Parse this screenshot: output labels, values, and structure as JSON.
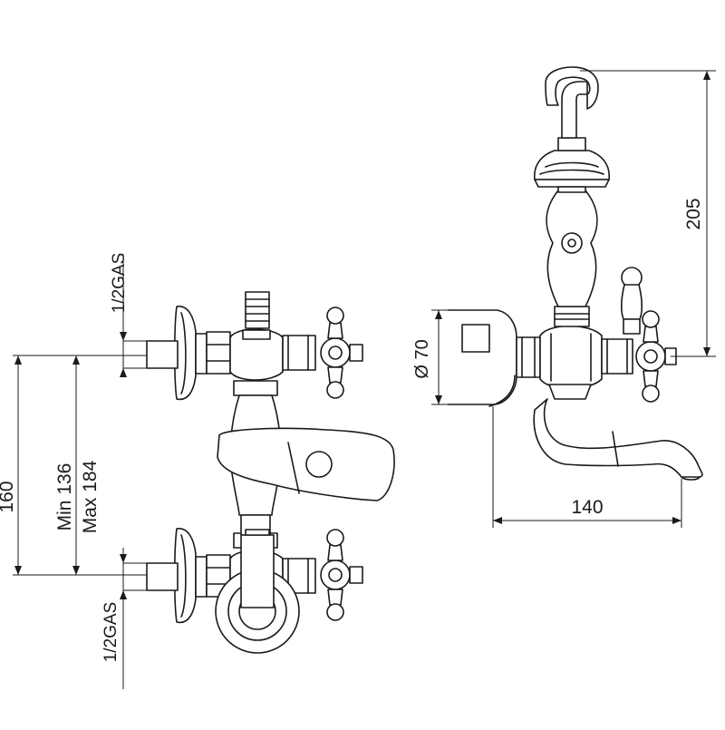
{
  "dimensions": {
    "pipe_thread_top": "1/2GAS",
    "pipe_thread_bottom": "1/2GAS",
    "centers": "160",
    "min_centers": "Min 136",
    "max_centers": "Max 184",
    "diameter": "Ø 70",
    "spout_reach": "140",
    "shower_height": "205"
  }
}
